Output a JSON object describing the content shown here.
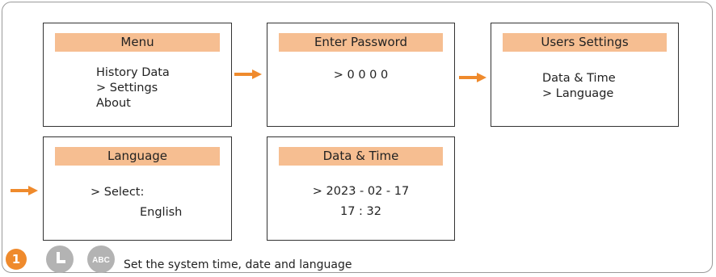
{
  "screens": {
    "menu": {
      "title": "Menu",
      "lines": [
        "History Data",
        "> Settings",
        "About"
      ]
    },
    "password": {
      "title": "Enter Password",
      "lines": [
        "> 0 0 0 0"
      ]
    },
    "users": {
      "title": "Users Settings",
      "lines": [
        "Data & Time",
        "> Language"
      ]
    },
    "language": {
      "title": "Language",
      "lines": [
        "> Select:",
        "English"
      ]
    },
    "datetime": {
      "title": "Data & Time",
      "lines": [
        "> 2023 - 02 - 17",
        "17 : 32"
      ]
    }
  },
  "footer": {
    "step_number": "1",
    "icons": [
      "clock-icon",
      "abc-icon"
    ],
    "abc_label": "ABC",
    "caption": "Set the system time, date and language"
  },
  "colors": {
    "title_bar": "#f6be91",
    "arrow": "#ef8a2c",
    "step_badge": "#ef8a2c",
    "icon_gray": "#b3b3b3"
  }
}
